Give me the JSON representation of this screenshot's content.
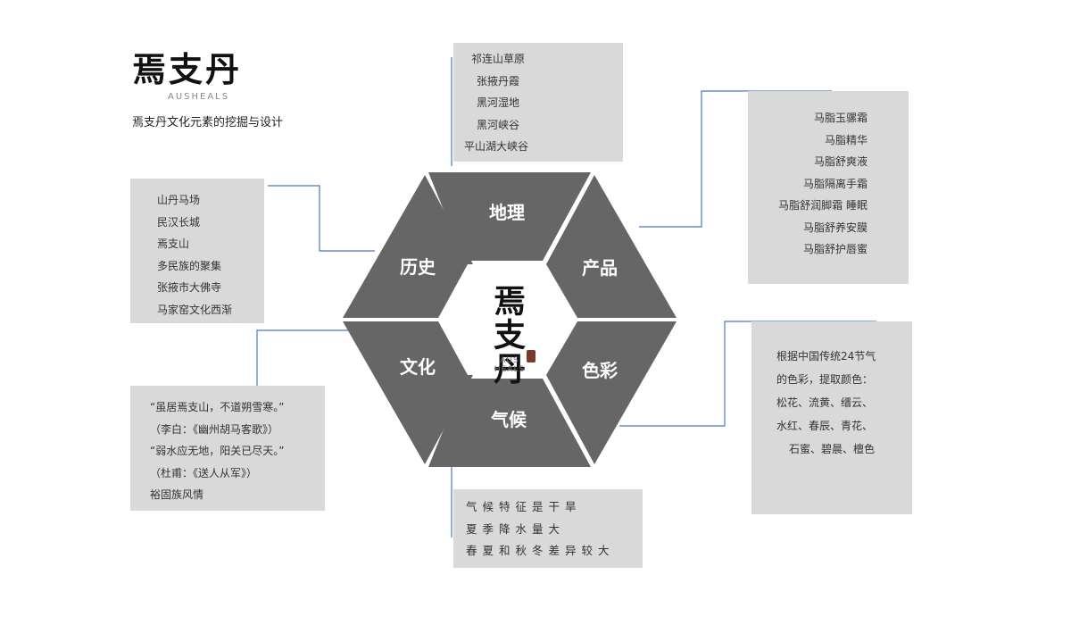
{
  "brand": {
    "logo_cn": "焉支丹",
    "logo_en": "AUSHEALS",
    "subtitle": "焉支丹文化元素的挖掘与设计"
  },
  "hexagon": {
    "segments": [
      {
        "key": "geography",
        "label": "地理"
      },
      {
        "key": "product",
        "label": "产品"
      },
      {
        "key": "color",
        "label": "色彩"
      },
      {
        "key": "climate",
        "label": "气候"
      },
      {
        "key": "culture",
        "label": "文化"
      },
      {
        "key": "history",
        "label": "历史"
      }
    ],
    "center_logo": "焉支丹",
    "center_sub_1": "AUS",
    "center_sub_2": "HEALS",
    "segment_color": "#666666",
    "center_color": "#ffffff"
  },
  "geography": {
    "items": [
      "祁连山草原",
      "张掖丹霞",
      "黑河湿地",
      "黑河峡谷",
      "平山湖大峡谷"
    ]
  },
  "products": {
    "items": [
      "马脂玉骡霜",
      "马脂精华",
      "马脂舒爽液",
      "马脂隔离手霜",
      "马脂舒润脚霜 睡眠",
      "马脂舒养安膜",
      "马脂舒护唇蜜"
    ]
  },
  "history": {
    "items": [
      "山丹马场",
      "民汉长城",
      "焉支山",
      "多民族的聚集",
      "张掖市大佛寺",
      "马家窑文化西渐"
    ]
  },
  "culture": {
    "lines": [
      "“虽居焉支山，不道朔雪寒。”",
      "（李白：《幽州胡马客歌》）",
      "“弱水应无地，阳关已尽天。”",
      "（杜甫：《送人从军》）",
      "裕固族风情"
    ]
  },
  "color_box": {
    "lines": [
      "根据中国传统24节气",
      "的色彩，提取颜色：",
      "松花、流黄、缙云、",
      "水红、春辰、青花、",
      "石蜜、碧晨、檀色"
    ]
  },
  "climate": {
    "lines": [
      "气候特征是干旱",
      "夏季降水量大",
      "春夏和秋冬差异较大"
    ]
  },
  "connector_color": "#4a78c2",
  "box_color": "#d9d9d9"
}
